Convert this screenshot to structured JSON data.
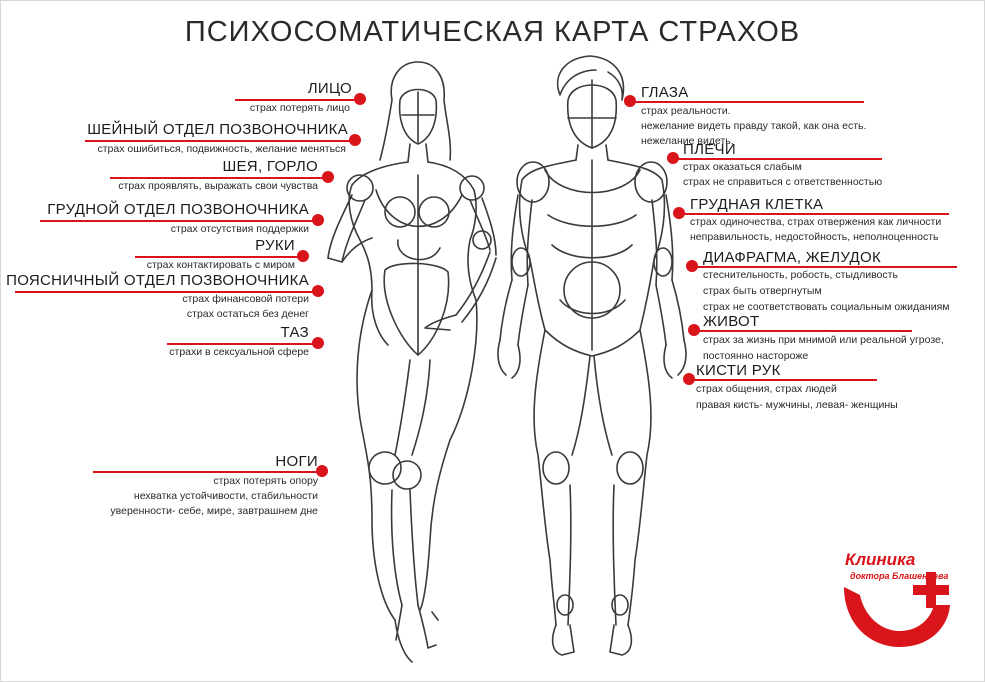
{
  "title": "ПСИХОСОМАТИЧЕСКАЯ КАРТА СТРАХОВ",
  "colors": {
    "accent": "#d9141a",
    "line_art": "#3a3a3a"
  },
  "left_items": [
    {
      "id": "face",
      "label": "ЛИЦО",
      "desc": [
        "страх потерять лицо"
      ]
    },
    {
      "id": "cervical",
      "label": "ШЕЙНЫЙ ОТДЕЛ ПОЗВОНОЧНИКА",
      "desc": [
        "страх ошибиться, подвижность, желание меняться"
      ]
    },
    {
      "id": "neck",
      "label": "ШЕЯ, ГОРЛО",
      "desc": [
        "страх проявлять, выражать свои чувства"
      ]
    },
    {
      "id": "thoracic",
      "label": "ГРУДНОЙ ОТДЕЛ ПОЗВОНОЧНИКА",
      "desc": [
        "страх отсутствия поддержки"
      ]
    },
    {
      "id": "arms",
      "label": "РУКИ",
      "desc": [
        "страх контактировать с миром"
      ]
    },
    {
      "id": "lumbar",
      "label": "ПОЯСНИЧНЫЙ ОТДЕЛ ПОЗВОНОЧНИКА",
      "desc": [
        "страх финансовой потери",
        "страх остаться без денег"
      ]
    },
    {
      "id": "pelvis",
      "label": "ТАЗ",
      "desc": [
        "страхи в сексуальной сфере"
      ]
    },
    {
      "id": "legs",
      "label": "НОГИ",
      "desc": [
        "страх потерять опору",
        "нехватка устойчивости, стабильности",
        "уверенности- себе, мире, завтрашнем дне"
      ]
    }
  ],
  "right_items": [
    {
      "id": "eyes",
      "label": "ГЛАЗА",
      "desc": [
        "страх реальности.",
        "нежелание видеть правду такой, как она есть.",
        "нежелание видеть."
      ]
    },
    {
      "id": "shoulders",
      "label": "ПЛЕЧИ",
      "desc": [
        "страх оказаться слабым",
        "страх не справиться с ответственностью"
      ]
    },
    {
      "id": "chest",
      "label": "ГРУДНАЯ КЛЕТКА",
      "desc": [
        "страх одиночества, страх отвержения как личности",
        "неправильность, недостойность, неполноценность"
      ]
    },
    {
      "id": "diaphragm",
      "label": "ДИАФРАГМА, ЖЕЛУДОК",
      "desc": [
        "стеснительность, робость, стыдливость",
        "страх быть отвергнутым",
        "страх не соответствовать социальным ожиданиям"
      ]
    },
    {
      "id": "belly",
      "label": "ЖИВОТ",
      "desc": [
        "страх за жизнь при мнимой или реальной угрозе,",
        "постоянно настороже"
      ]
    },
    {
      "id": "hands",
      "label": "КИСТИ РУК",
      "desc": [
        "страх общения, страх людей",
        "правая кисть- мужчины, левая- женщины"
      ]
    }
  ],
  "logo": {
    "line1": "Клиника",
    "line2": "доктора Блашенцева"
  }
}
